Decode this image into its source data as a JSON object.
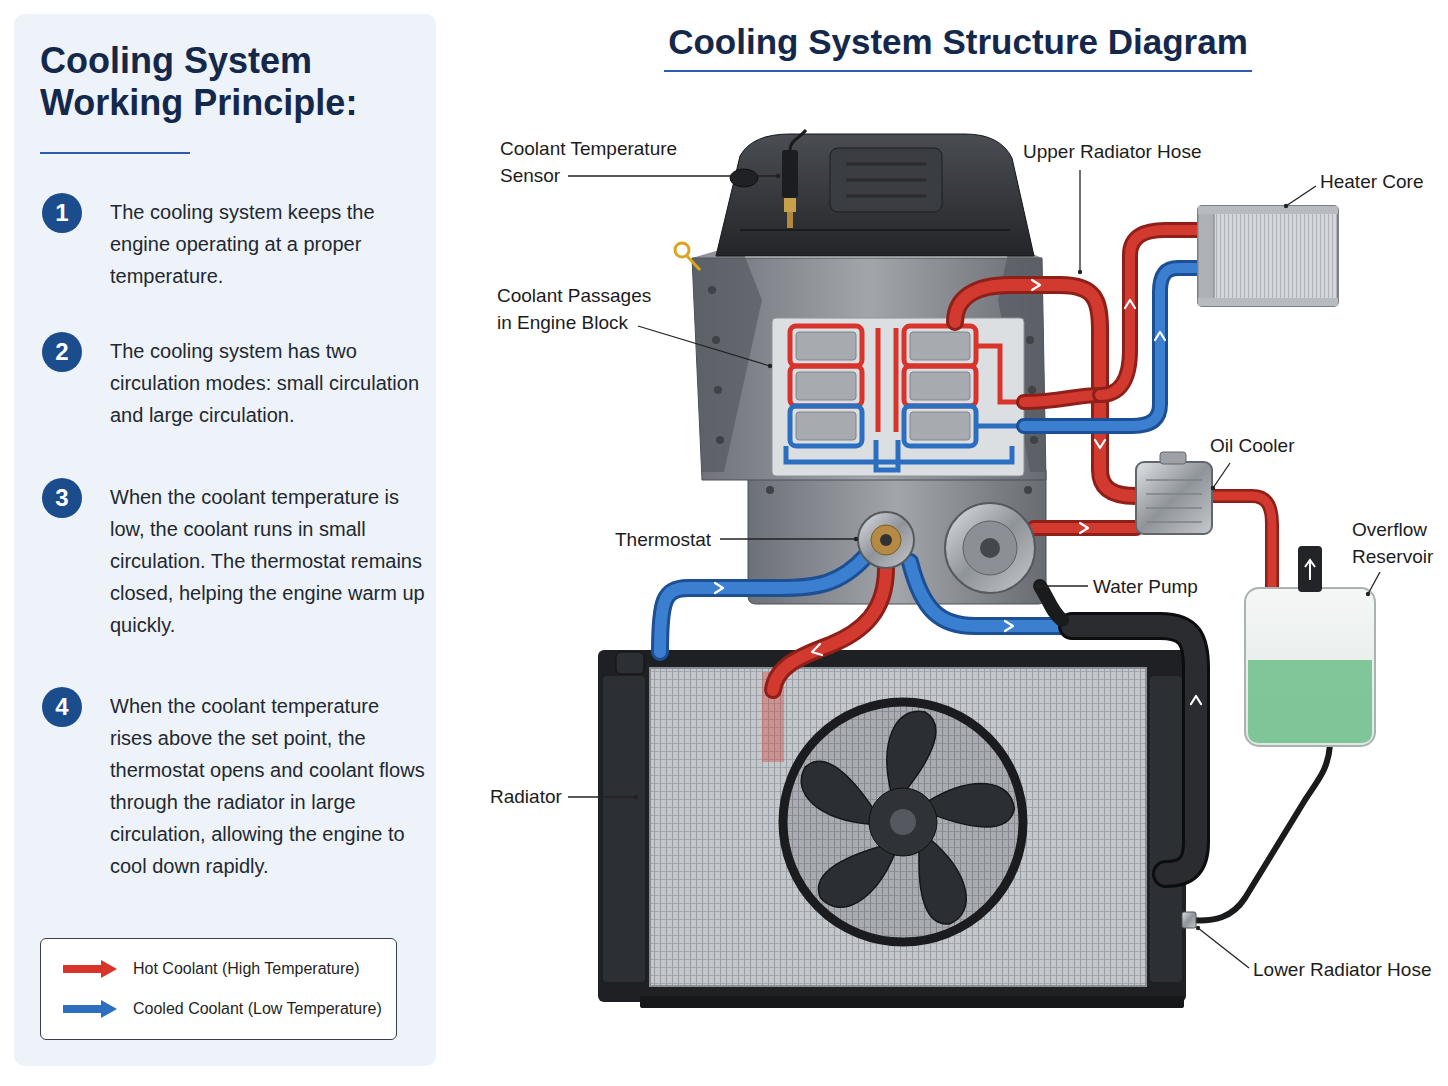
{
  "diagram": {
    "title": "Cooling System Structure Diagram",
    "nodes": [
      {
        "text": [
          "Cooling System Working Principle:",
          "The cooling system keeps the engine operating at a proper temperature.",
          "The cooling system has two circulation modes: small circulation and large circulation.",
          "When the coolant temperature is low, the coolant runs in small circulation. The thermostat remains closed, helping the engine warm up quickly.",
          "When the coolant temperature rises above the set point, the thermostat opens and coolant flows through the radiator in large circulation, allowing the engine to cool down rapidly."
        ]
      },
      {
        "text": [
          "1"
        ],
        "in": 0
      },
      {
        "text": [
          "2"
        ],
        "in": 0
      },
      {
        "text": [
          "3"
        ],
        "in": 0
      },
      {
        "text": [
          "4"
        ],
        "in": 0
      }
    ],
    "labels": [
      "Coolant Temperature Sensor",
      "Upper Radiator Hose",
      "Heater Core",
      "Coolant Passages in Engine Block",
      "Oil Cooler",
      "Overflow Reservoir",
      "Thermostat",
      "Water Pump",
      "Radiator",
      "Lower Radiator Hose"
    ],
    "legend": [
      {
        "text": "Hot Coolant (High Temperature)",
        "color": "#d9342b"
      },
      {
        "text": "Cooled Coolant (Low Temperature)",
        "color": "#2c6ec0"
      }
    ]
  }
}
